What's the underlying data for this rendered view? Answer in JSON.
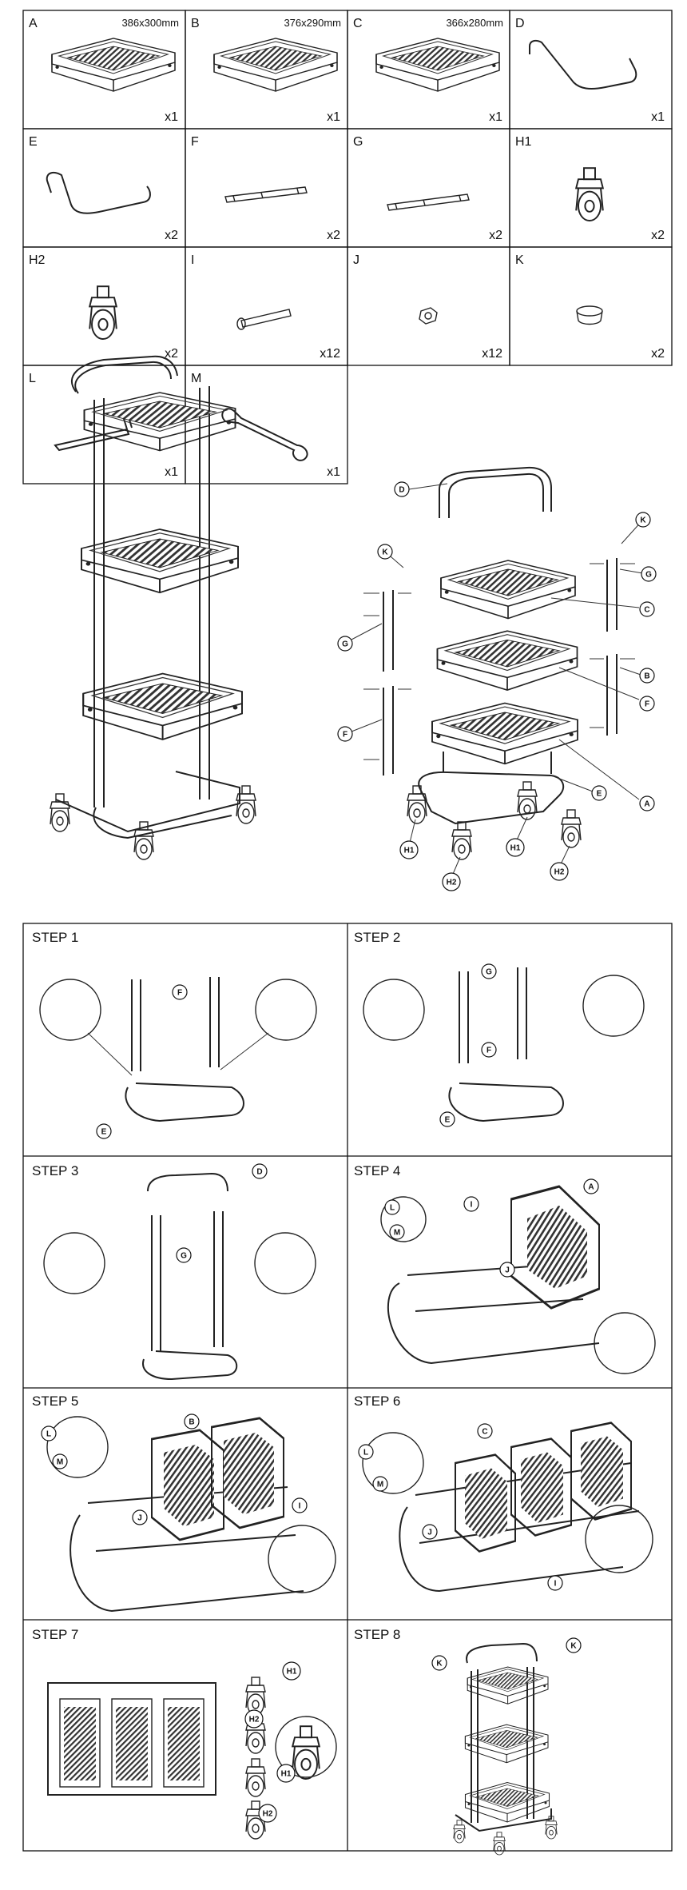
{
  "parts": [
    {
      "letter": "A",
      "dim": "386x300mm",
      "qty": "x1"
    },
    {
      "letter": "B",
      "dim": "376x290mm",
      "qty": "x1"
    },
    {
      "letter": "C",
      "dim": "366x280mm",
      "qty": "x1"
    },
    {
      "letter": "D",
      "dim": "",
      "qty": "x1"
    },
    {
      "letter": "E",
      "dim": "",
      "qty": "x2"
    },
    {
      "letter": "F",
      "dim": "",
      "qty": "x2"
    },
    {
      "letter": "G",
      "dim": "",
      "qty": "x2"
    },
    {
      "letter": "H1",
      "dim": "",
      "qty": "x2"
    },
    {
      "letter": "H2",
      "dim": "",
      "qty": "x2"
    },
    {
      "letter": "I",
      "dim": "",
      "qty": "x12"
    },
    {
      "letter": "J",
      "dim": "",
      "qty": "x12"
    },
    {
      "letter": "K",
      "dim": "",
      "qty": "x2"
    },
    {
      "letter": "L",
      "dim": "",
      "qty": "x1"
    },
    {
      "letter": "M",
      "dim": "",
      "qty": "x1"
    }
  ],
  "exploded_labels": [
    "D",
    "K",
    "K",
    "G",
    "G",
    "C",
    "F",
    "B",
    "F",
    "A",
    "E",
    "H1",
    "H1",
    "H2",
    "H2"
  ],
  "steps": [
    {
      "title": "STEP 1",
      "callouts": [
        "F",
        "E"
      ]
    },
    {
      "title": "STEP 2",
      "callouts": [
        "G",
        "F",
        "E"
      ]
    },
    {
      "title": "STEP 3",
      "callouts": [
        "D",
        "G"
      ]
    },
    {
      "title": "STEP 4",
      "callouts": [
        "L",
        "M",
        "I",
        "A",
        "J"
      ]
    },
    {
      "title": "STEP 5",
      "callouts": [
        "B",
        "L",
        "M",
        "J",
        "I"
      ]
    },
    {
      "title": "STEP 6",
      "callouts": [
        "C",
        "L",
        "M",
        "J",
        "I"
      ]
    },
    {
      "title": "STEP 7",
      "callouts": [
        "H1",
        "H2",
        "H1",
        "H2"
      ]
    },
    {
      "title": "STEP 8",
      "callouts": [
        "K",
        "K"
      ]
    }
  ]
}
